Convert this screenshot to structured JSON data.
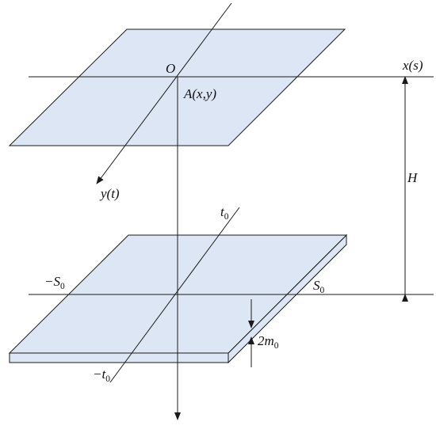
{
  "colors": {
    "plane_fill": "#dde6f4",
    "stroke": "#1a1a1a",
    "background": "#ffffff"
  },
  "labels": {
    "origin": "O",
    "point_a": {
      "main": "A",
      "rest": "(x,y)"
    },
    "x_axis": "x(s)",
    "y_axis": "y(t)",
    "height": "H",
    "t0": {
      "main": "t",
      "sub": "0"
    },
    "neg_t0": {
      "main": "−t",
      "sub": "0"
    },
    "s0": {
      "main": "S",
      "sub": "0"
    },
    "neg_s0": {
      "main": "−S",
      "sub": "0"
    },
    "thickness": {
      "main": "2m",
      "sub": "0"
    }
  }
}
